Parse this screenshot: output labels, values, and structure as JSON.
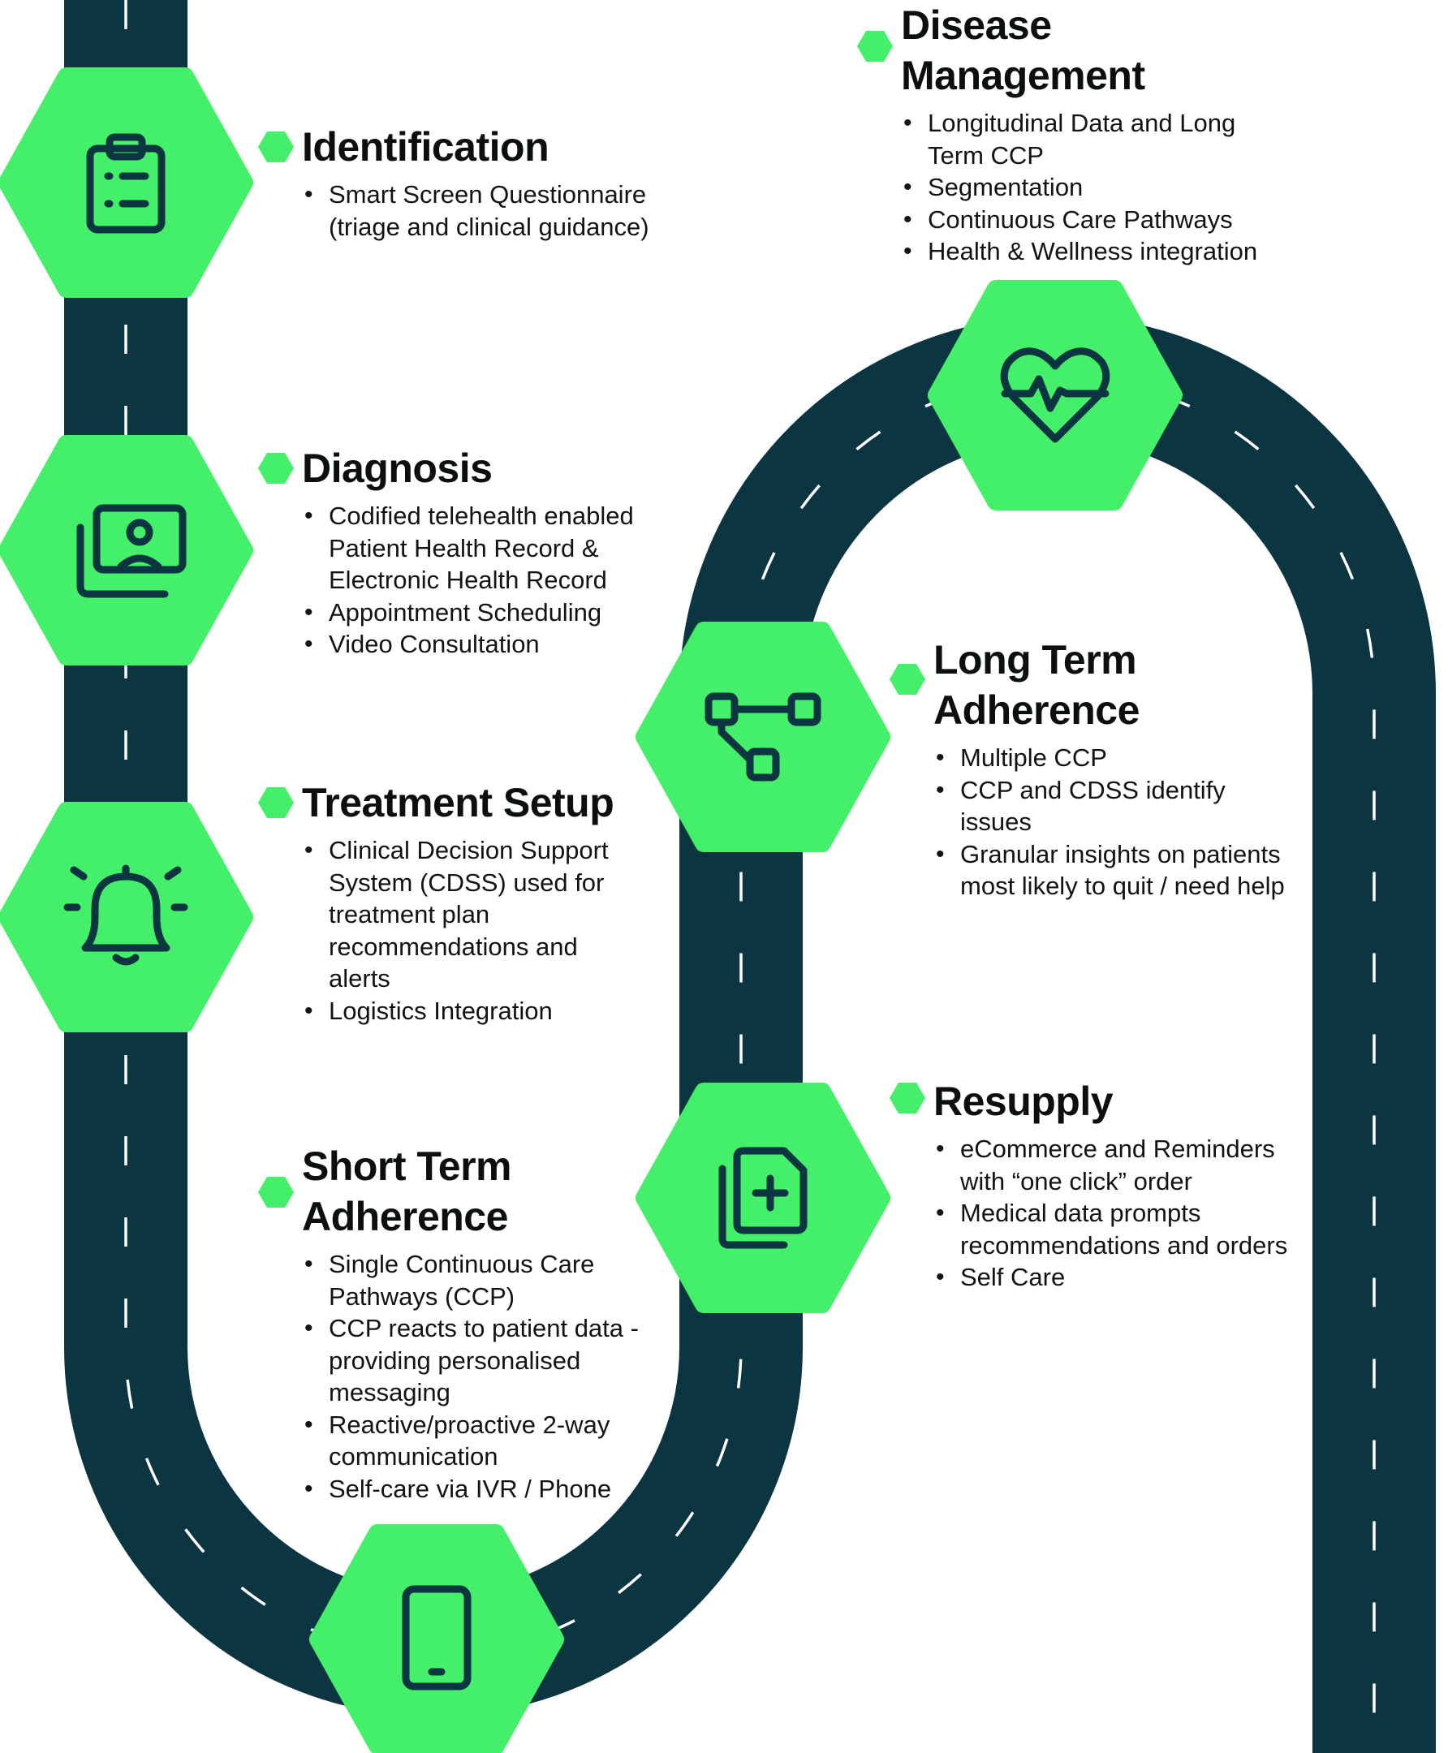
{
  "colors": {
    "road": "#0b3540",
    "accent": "#44f069",
    "icon": "#0b3540",
    "dash": "#ffffff"
  },
  "stages": [
    {
      "id": "identification",
      "title": "Identification",
      "icon": "clipboard-icon",
      "items": [
        "Smart Screen Questionnaire (triage and clinical guidance)"
      ]
    },
    {
      "id": "diagnosis",
      "title": "Diagnosis",
      "icon": "video-consultation-icon",
      "items": [
        "Codified telehealth enabled Patient Health Record & Electronic Health Record",
        "Appointment Scheduling",
        "Video Consultation"
      ]
    },
    {
      "id": "treatment-setup",
      "title": "Treatment Setup",
      "icon": "bell-alert-icon",
      "items": [
        "Clinical Decision Support System (CDSS) used for treatment plan recommendations and alerts",
        "Logistics Integration"
      ]
    },
    {
      "id": "short-term-adherence",
      "title": "Short Term Adherence",
      "icon": "mobile-phone-icon",
      "items": [
        "Single Continuous Care Pathways (CCP)",
        "CCP reacts to patient data - providing personalised messaging",
        "Reactive/proactive 2-way communication",
        "Self-care via IVR / Phone"
      ]
    },
    {
      "id": "resupply",
      "title": "Resupply",
      "icon": "medical-files-icon",
      "items": [
        "eCommerce and Reminders with “one click” order",
        "Medical data prompts recommendations and orders",
        "Self Care"
      ]
    },
    {
      "id": "long-term-adherence",
      "title": "Long Term Adherence",
      "icon": "workflow-nodes-icon",
      "items": [
        "Multiple CCP",
        "CCP and CDSS identify issues",
        "Granular insights on patients most likely to quit / need help"
      ]
    },
    {
      "id": "disease-management",
      "title": "Disease Management",
      "icon": "heart-pulse-icon",
      "items": [
        "Longitudinal Data and Long Term CCP",
        "Segmentation",
        "Continuous Care Pathways",
        "Health & Wellness integration"
      ]
    }
  ]
}
